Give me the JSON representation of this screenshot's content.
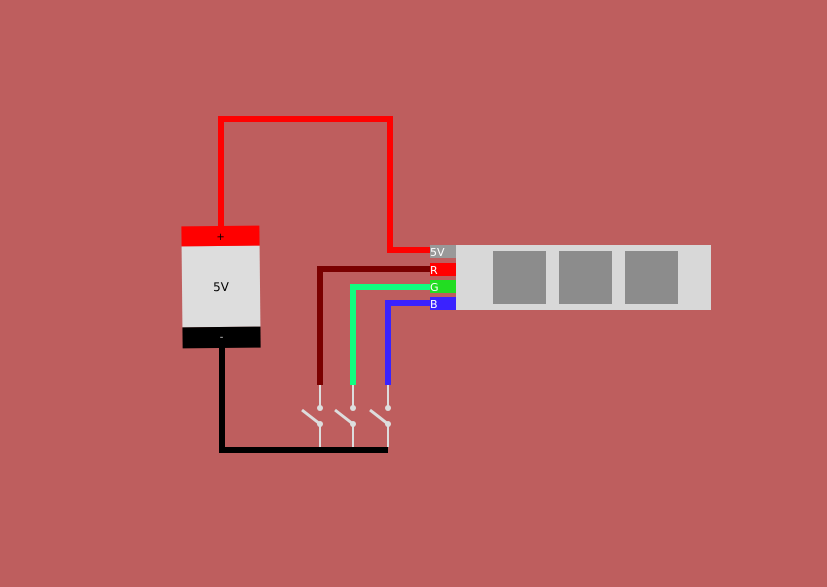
{
  "colors": {
    "background": "#be5e5e",
    "wire_power": "#ff0000",
    "wire_ground": "#000000",
    "wire_red_channel": "#7a0000",
    "wire_green_channel": "#10ff80",
    "wire_blue_channel": "#3a22ff",
    "strip_body": "#d8d8d8",
    "led_cell": "#8c8c8c",
    "pin_5v": "#999999",
    "pin_r": "#ff0000",
    "pin_g": "#22dd22",
    "pin_b": "#3a22ff",
    "switch": "#dddddd"
  },
  "battery": {
    "label": "5V",
    "positive_symbol": "+",
    "negative_symbol": "-"
  },
  "led_strip": {
    "pins": [
      {
        "id": "5v",
        "label": "5V"
      },
      {
        "id": "r",
        "label": "R"
      },
      {
        "id": "g",
        "label": "G"
      },
      {
        "id": "b",
        "label": "B"
      }
    ],
    "led_count": 3
  },
  "switches": [
    {
      "channel": "R"
    },
    {
      "channel": "G"
    },
    {
      "channel": "B"
    }
  ]
}
